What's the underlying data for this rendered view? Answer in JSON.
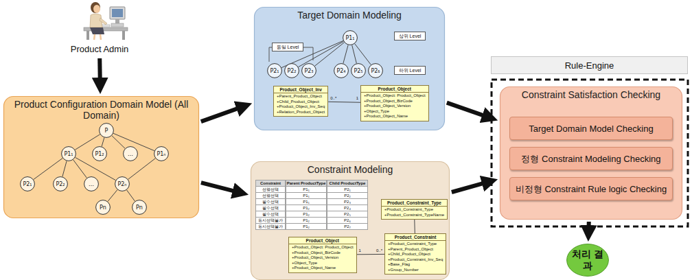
{
  "diagram": {
    "nodes": [
      {
        "text": [
          "Product Admin"
        ]
      },
      {
        "text": [
          "Product Configuration Domain Model (All Domain)"
        ]
      },
      {
        "text": [
          "P"
        ],
        "in": 1
      },
      {
        "text": [
          "P1₁"
        ],
        "in": 1
      },
      {
        "text": [
          "P1₂"
        ],
        "in": 1
      },
      {
        "text": [
          "…"
        ],
        "in": 1
      },
      {
        "text": [
          "P1ₙ"
        ],
        "in": 1
      },
      {
        "text": [
          "P2₁"
        ],
        "in": 1
      },
      {
        "text": [
          "P2₂"
        ],
        "in": 1
      },
      {
        "text": [
          "…"
        ],
        "in": 1
      },
      {
        "text": [
          "P2ₙ"
        ],
        "in": 1
      },
      {
        "text": [
          "Pn"
        ],
        "in": 1
      },
      {
        "text": [
          "Pn"
        ],
        "in": 1
      },
      {
        "text": [
          "Target Domain Modeling"
        ]
      },
      {
        "text": [
          "동일 Level"
        ],
        "in": 13
      },
      {
        "text": [
          "P1₁"
        ],
        "in": 13
      },
      {
        "text": [
          "상위 Level"
        ],
        "in": 13
      },
      {
        "text": [
          "P2₁"
        ],
        "in": 13
      },
      {
        "text": [
          "P2₂"
        ],
        "in": 13
      },
      {
        "text": [
          "P2₃"
        ],
        "in": 13
      },
      {
        "text": [
          "P2₄"
        ],
        "in": 13
      },
      {
        "text": [
          "P2₅"
        ],
        "in": 13
      },
      {
        "text": [
          "P2₆"
        ],
        "in": 13
      },
      {
        "text": [
          "하위 Level"
        ],
        "in": 13
      },
      {
        "text": [
          "Product_Object_Inv",
          "+Parent_Product_Object",
          "+Child_Product_Object",
          "+Product_Object_Inv_Seq",
          "+Relation_Product_Object"
        ],
        "in": 13
      },
      {
        "text": [
          "Product_Object",
          "+Product_Object: Product_Object",
          "+Product_Object_BizCode",
          "+Product_Object_Version",
          "+Object_Type",
          "+Product_Object_Name"
        ],
        "in": 13
      },
      {
        "text": [
          "Constraint Modeling"
        ]
      },
      {
        "text": [
          "Product_Constraint_Type",
          "+Product_Constraint_Type",
          "+Product_Constraint_TypeName"
        ],
        "in": 26
      },
      {
        "text": [
          "Product_Object",
          "+Product_Object: Product_Object",
          "+Product_Object_BizCode",
          "+Product_Object_Version",
          "+Object_Type",
          "+Product_Object_Name"
        ],
        "in": 26
      },
      {
        "text": [
          "Product_Constraint",
          "+Product_Constraint_Type",
          "+Parent_Product_Object",
          "+Child_Product_Object",
          "+Product_Constraint_Inv_Seq",
          "+Base_Flag",
          "+Group_Number"
        ],
        "in": 26
      },
      {
        "text": [
          "Rule-Engine"
        ]
      },
      {
        "text": [
          "Constraint Satisfaction Checking"
        ]
      },
      {
        "text": [
          "Target Domain Model Checking"
        ],
        "in": 31
      },
      {
        "text": [
          "정형 Constraint Modeling Checking"
        ],
        "in": 31
      },
      {
        "text": [
          "비정형 Constraint Rule logic Checking"
        ],
        "in": 31
      },
      {
        "text": [
          "처리 결과"
        ]
      }
    ],
    "edges": [
      {
        "from": 0,
        "to": 1,
        "arrow": "to"
      },
      {
        "from": 1,
        "to": 13,
        "arrow": "to"
      },
      {
        "from": 1,
        "to": 26,
        "arrow": "to"
      },
      {
        "from": 13,
        "to": 31,
        "arrow": "to"
      },
      {
        "from": 26,
        "to": 31,
        "arrow": "to"
      },
      {
        "from": 31,
        "to": 35,
        "arrow": "to"
      },
      {
        "from": 2,
        "to": 3,
        "arrow": "none"
      },
      {
        "from": 2,
        "to": 4,
        "arrow": "none"
      },
      {
        "from": 2,
        "to": 5,
        "arrow": "none"
      },
      {
        "from": 2,
        "to": 6,
        "arrow": "none"
      },
      {
        "from": 3,
        "to": 7,
        "arrow": "none"
      },
      {
        "from": 3,
        "to": 8,
        "arrow": "none"
      },
      {
        "from": 3,
        "to": 9,
        "arrow": "none"
      },
      {
        "from": 3,
        "to": 10,
        "arrow": "none"
      },
      {
        "from": 6,
        "to": 10,
        "arrow": "none"
      },
      {
        "from": 10,
        "to": 11,
        "arrow": "none"
      },
      {
        "from": 10,
        "to": 12,
        "arrow": "none"
      },
      {
        "from": 15,
        "to": 17,
        "arrow": "none"
      },
      {
        "from": 15,
        "to": 18,
        "arrow": "none"
      },
      {
        "from": 15,
        "to": 19,
        "arrow": "none"
      },
      {
        "from": 15,
        "to": 20,
        "arrow": "none"
      },
      {
        "from": 15,
        "to": 21,
        "arrow": "none"
      },
      {
        "from": 15,
        "to": 22,
        "arrow": "none"
      },
      {
        "from": 24,
        "to": 25,
        "arrow": "none"
      },
      {
        "from": 27,
        "to": 29,
        "arrow": "none"
      },
      {
        "from": 28,
        "to": 29,
        "arrow": "none"
      }
    ],
    "labels": [
      "0..*",
      "1",
      "Constraint",
      "Parent ProductType",
      "Child ProductType",
      "선행선택",
      "P1₁",
      "P2₁",
      "선행선택",
      "P1₁",
      "P2₂",
      "필수선택",
      "P1₁",
      "P2₃",
      "필수선택",
      "P1₂",
      "P2₄",
      "필수선택",
      "P1₂",
      "P2₅",
      "동시선택불가",
      "P1₂",
      "P2₆",
      "동시선택불가",
      "P1₂",
      "P2₇",
      "1",
      "0..*"
    ]
  }
}
